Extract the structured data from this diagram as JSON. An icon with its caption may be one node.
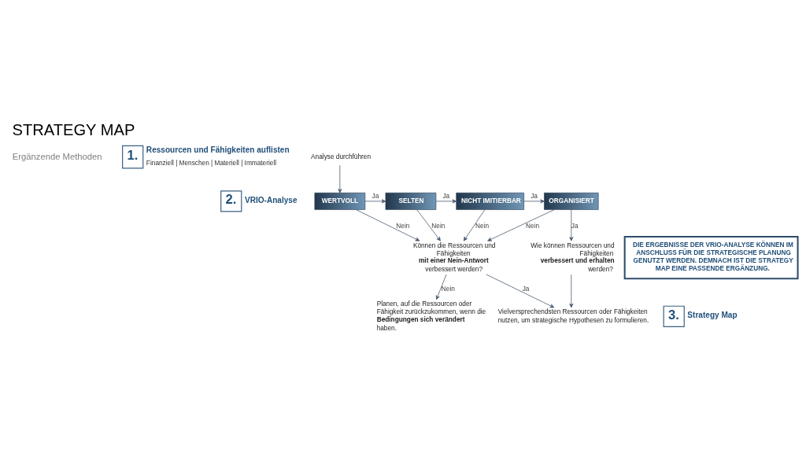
{
  "diagram": {
    "title": "STRATEGY MAP",
    "nodes": [
      {
        "text": [
          "1."
        ],
        "beside": [
          "Ressourcen und Fähigkeiten auflisten",
          "Finanziell | Menschen | Materiell | Immateriell"
        ]
      },
      {
        "text": [
          "2."
        ],
        "beside": [
          "VRIO-Analyse"
        ]
      },
      {
        "text": [
          "Analyse durchführen"
        ]
      },
      {
        "text": [
          "WERTVOLL"
        ]
      },
      {
        "text": [
          "SELTEN"
        ]
      },
      {
        "text": [
          "NICHT IMITIERBAR"
        ]
      },
      {
        "text": [
          "ORGANISIERT"
        ]
      },
      {
        "text": [
          "Planen, auf die Ressourcen oder Fähigkeit zurückzukommen, wenn die **Bedingungen sich verändert** haben."
        ]
      },
      {
        "text": [
          "Können die Ressourcen und Fähigkeiten **mit einer Nein-Antwort** verbessert werden?"
        ]
      },
      {
        "text": [
          "Wie können Ressourcen und Fähigkeiten **verbessert und erhalten** werden?"
        ]
      },
      {
        "text": [
          "3."
        ],
        "beside": [
          "Strategy Map"
        ]
      },
      {
        "text": [
          "Vielversprechendsten Ressourcen oder Fähigkeiten nutzen, um strategische Hypothesen zu formulieren."
        ]
      },
      {
        "text": [
          "DIE ERGEBNISSE DER VRIO-ANALYSE KÖNNEN IM ANSCHLUSS FÜR DIE STRATEGISCHE PLANUNG GENUTZT WERDEN. DEMNACH IST DIE STRATEGY MAP EINE PASSENDE ERGÄNZUNG."
        ]
      }
    ],
    "edges": [
      {
        "from": 2,
        "to": 3,
        "arrow": "to"
      },
      {
        "from": 3,
        "to": 4,
        "arrow": "to",
        "label": "Ja"
      },
      {
        "from": 4,
        "to": 5,
        "arrow": "to",
        "label": "Ja"
      },
      {
        "from": 5,
        "to": 6,
        "arrow": "to",
        "label": "Ja"
      },
      {
        "from": 6,
        "to": 9,
        "arrow": "to",
        "label": "Ja"
      },
      {
        "from": 3,
        "to": 8,
        "arrow": "to",
        "label": "Nein"
      },
      {
        "from": 4,
        "to": 8,
        "arrow": "to",
        "label": "Nein"
      },
      {
        "from": 5,
        "to": 8,
        "arrow": "to",
        "label": "Nein"
      },
      {
        "from": 6,
        "to": 8,
        "arrow": "to",
        "label": "Nein"
      },
      {
        "from": 8,
        "to": 7,
        "arrow": "to",
        "label": "Nein"
      },
      {
        "from": 8,
        "to": 11,
        "arrow": "to",
        "label": "Ja"
      },
      {
        "from": 9,
        "to": 11,
        "arrow": "to"
      }
    ],
    "labels": [
      "Ergänzende Methoden"
    ]
  }
}
